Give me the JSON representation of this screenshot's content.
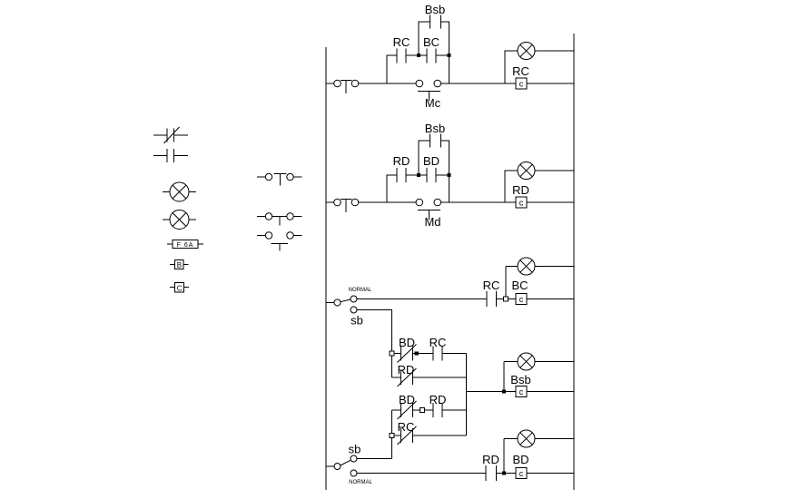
{
  "drawing": {
    "background": "#ffffff",
    "stroke_color": "#000000",
    "description": "Relay ladder control circuit diagram with legend symbols"
  },
  "legend": {
    "fuse_label": "F 6A",
    "box_b_label": "B",
    "box_c_label": "C"
  },
  "rungs": {
    "r1": {
      "seal": "Bsb",
      "contact1": "RC",
      "contact2": "BC",
      "cam_switch": "Mc",
      "coil_name": "RC",
      "coil_letter": "c"
    },
    "r2": {
      "seal": "Bsb",
      "contact1": "RD",
      "contact2": "BD",
      "cam_switch": "Md",
      "coil_name": "RD",
      "coil_letter": "c"
    },
    "r3": {
      "selector_top": "NORMAL",
      "selector_bottom": "sb",
      "contact": "RC",
      "coil_name": "BC",
      "coil_letter": "c"
    },
    "blockA": {
      "row1_contact1": "BD",
      "row1_contact2": "RC",
      "row2_contact1": "RD"
    },
    "blockB": {
      "row1_contact1": "BD",
      "row1_contact2": "RD",
      "row2_contact1": "RC"
    },
    "r4": {
      "coil_name": "Bsb",
      "coil_letter": "c"
    },
    "r5": {
      "selector_top": "sb",
      "selector_bottom": "NORMAL",
      "contact": "RD",
      "coil_name": "BD",
      "coil_letter": "c"
    }
  }
}
